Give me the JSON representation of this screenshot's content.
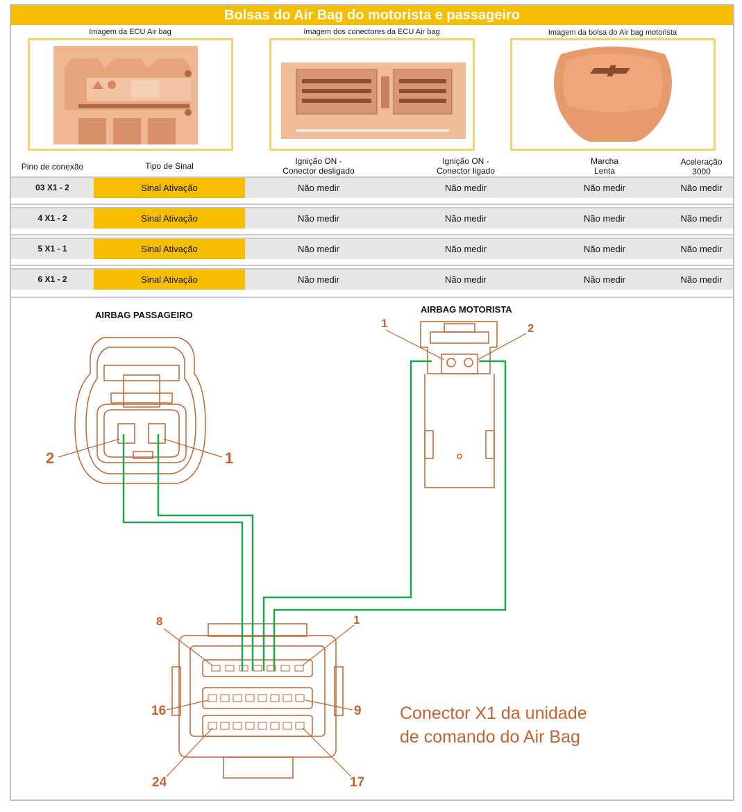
{
  "title": "Bolsas do Air Bag do motorista e passageiro",
  "images": {
    "ecu_caption": "Imagem da ECU Air bag",
    "connectors_caption": "Imagem dos conectores da ECU Air bag",
    "bag_caption": "Imagem da bolsa do Air bag motorista"
  },
  "table": {
    "headers": {
      "pin": "Pino de conexão",
      "signal": "Tipo de Sinal",
      "ign_off_l1": "Ignição ON -",
      "ign_off_l2": "Conector desligado",
      "ign_on_l1": "Ignição ON -",
      "ign_on_l2": "Conector ligado",
      "idle_l1": "Marcha",
      "idle_l2": "Lenta",
      "acc_l1": "Aceleração",
      "acc_l2": "3000"
    },
    "rows": [
      {
        "pin": "03 X1 - 2",
        "signal": "Sinal Ativação",
        "c3": "Não medir",
        "c4": "Não medir",
        "c5": "Não medir",
        "c6": "Não medir"
      },
      {
        "pin": "4 X1 - 2",
        "signal": "Sinal Ativação",
        "c3": "Não medir",
        "c4": "Não medir",
        "c5": "Não medir",
        "c6": "Não medir"
      },
      {
        "pin": "5 X1 - 1",
        "signal": "Sinal Ativação",
        "c3": "Não medir",
        "c4": "Não medir",
        "c5": "Não medir",
        "c6": "Não medir"
      },
      {
        "pin": "6 X1 - 2",
        "signal": "Sinal Ativação",
        "c3": "Não medir",
        "c4": "Não medir",
        "c5": "Não medir",
        "c6": "Não medir"
      }
    ]
  },
  "diagram": {
    "passenger_label": "AIRBAG PASSAGEIRO",
    "driver_label": "AIRBAG MOTORISTA",
    "passenger_pins": {
      "left": "2",
      "right": "1"
    },
    "driver_pins": {
      "left": "1",
      "right": "2"
    },
    "x1_pins": {
      "p8": "8",
      "p1": "1",
      "p16": "16",
      "p9": "9",
      "p24": "24",
      "p17": "17"
    },
    "x1_text_l1": "Conector X1 da unidade",
    "x1_text_l2": "de comando do Air Bag",
    "wire_color": "#18a84a",
    "accent_color": "#c6622d"
  }
}
